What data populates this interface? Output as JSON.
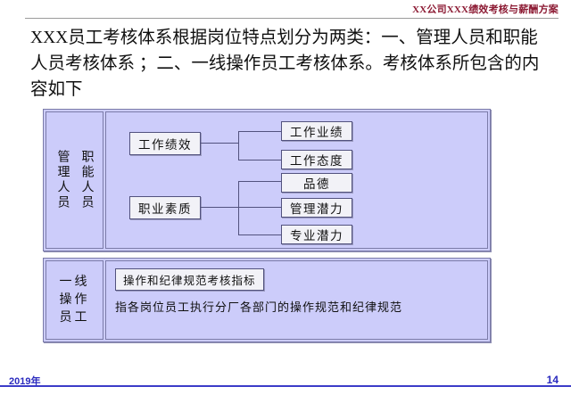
{
  "header": {
    "title": "XX公司XXX绩效考核与薪酬方案"
  },
  "slide": {
    "title": "XXX员工考核体系根据岗位特点划分为两类：一、管理人员和职能人员考核体系 ；二、一线操作员工考核体系。考核体系所包含的内容如下"
  },
  "diagram": {
    "managers_panel": {
      "label_col_1": "管理人员",
      "label_col_2": "职能人员",
      "groups": [
        {
          "parent": "工作绩效",
          "children": [
            "工作业绩",
            "工作态度"
          ]
        },
        {
          "parent": "职业素质",
          "children": [
            "品德",
            "管理潜力",
            "专业潜力"
          ]
        }
      ]
    },
    "operators_panel": {
      "label_line_1": "一线",
      "label_line_2": "操作",
      "label_line_3": "员工",
      "heading": "操作和纪律规范考核指标",
      "body": "指各岗位员工执行分厂各部门的操作规范和纪律规范"
    }
  },
  "footer": {
    "year": "2019年",
    "page_number": "14"
  },
  "colors": {
    "header_title": "#8c1a33",
    "panel_fill": "#ccccfa",
    "panel_border": "#7b7ba8",
    "node_fill": "#f2f2f7",
    "node_border": "#52527e",
    "footer_accent": "#3c3cc8"
  }
}
